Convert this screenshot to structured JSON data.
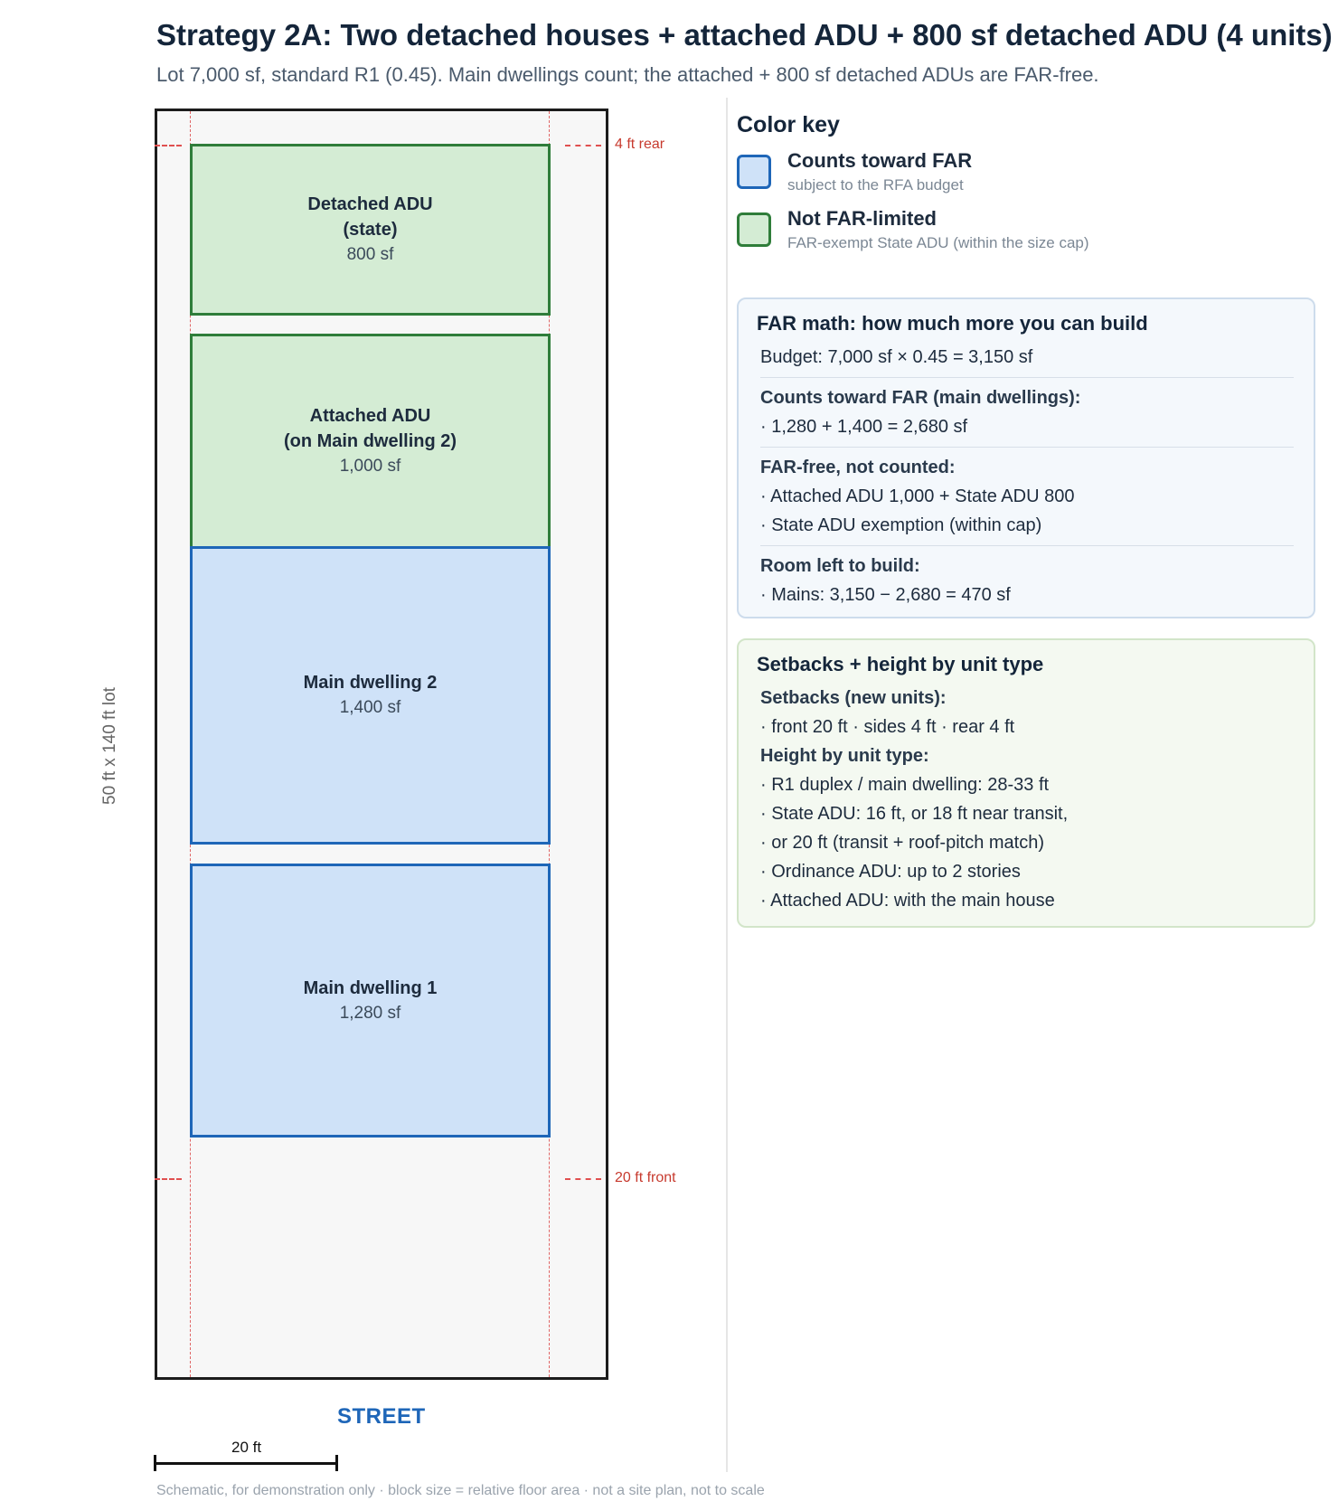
{
  "header": {
    "title": "Strategy 2A: Two detached houses + attached ADU + 800 sf detached ADU (4 units)",
    "subtitle": "Lot 7,000 sf, standard R1 (0.45). Main dwellings count; the attached + 800 sf detached ADUs are FAR-free."
  },
  "diagram": {
    "lot_label": "50 ft x 140 ft lot",
    "rear_setback_label": "4 ft rear",
    "front_setback_label": "20 ft front",
    "street_label": "STREET",
    "scale_label": "20 ft",
    "footnote": "Schematic, for demonstration only · block size = relative floor area · not a site plan, not to scale",
    "blocks": [
      {
        "name": "Detached ADU\n(state)",
        "area": "800 sf",
        "far_status": "not-far-limited",
        "color": "#d4ecd4"
      },
      {
        "name": "Attached ADU\n(on Main dwelling 2)",
        "area": "1,000 sf",
        "far_status": "not-far-limited",
        "color": "#d4ecd4"
      },
      {
        "name": "Main dwelling 2",
        "area": "1,400 sf",
        "far_status": "counts-toward-far",
        "color": "#cfe2f8"
      },
      {
        "name": "Main dwelling 1",
        "area": "1,280 sf",
        "far_status": "counts-toward-far",
        "color": "#cfe2f8"
      }
    ]
  },
  "color_key": {
    "title": "Color key",
    "items": [
      {
        "label": "Counts toward FAR",
        "sub": "subject to the RFA budget",
        "color": "#cfe2f8",
        "border": "#1e66b8"
      },
      {
        "label": "Not FAR-limited",
        "sub": "FAR-exempt State ADU (within the size cap)",
        "color": "#d4ecd4",
        "border": "#2f7d3a"
      }
    ]
  },
  "far_panel": {
    "title": "FAR math: how much more you can build",
    "budget": "Budget: 7,000 sf × 0.45 = 3,150 sf",
    "counted_head": "Counts toward FAR (main dwellings):",
    "counted_rows": [
      "· 1,280 + 1,400 = 2,680 sf"
    ],
    "free_head": "FAR-free, not counted:",
    "free_rows": [
      "· Attached ADU 1,000 + State ADU 800",
      "· State ADU exemption (within cap)"
    ],
    "room_head": "Room left to build:",
    "room_rows": [
      "· Mains: 3,150 − 2,680 = 470 sf"
    ]
  },
  "setback_panel": {
    "title": "Setbacks + height by unit type",
    "setbacks_head": "Setbacks (new units):",
    "setbacks_rows": [
      "· front 20 ft · sides 4 ft · rear 4 ft"
    ],
    "height_head": "Height by unit type:",
    "height_rows": [
      "· R1 duplex / main dwelling: 28-33 ft",
      "· State ADU: 16 ft, or 18 ft near transit,",
      "· or 20 ft (transit + roof-pitch match)",
      "· Ordinance ADU: up to 2 stories",
      "· Attached ADU: with the main house"
    ]
  }
}
